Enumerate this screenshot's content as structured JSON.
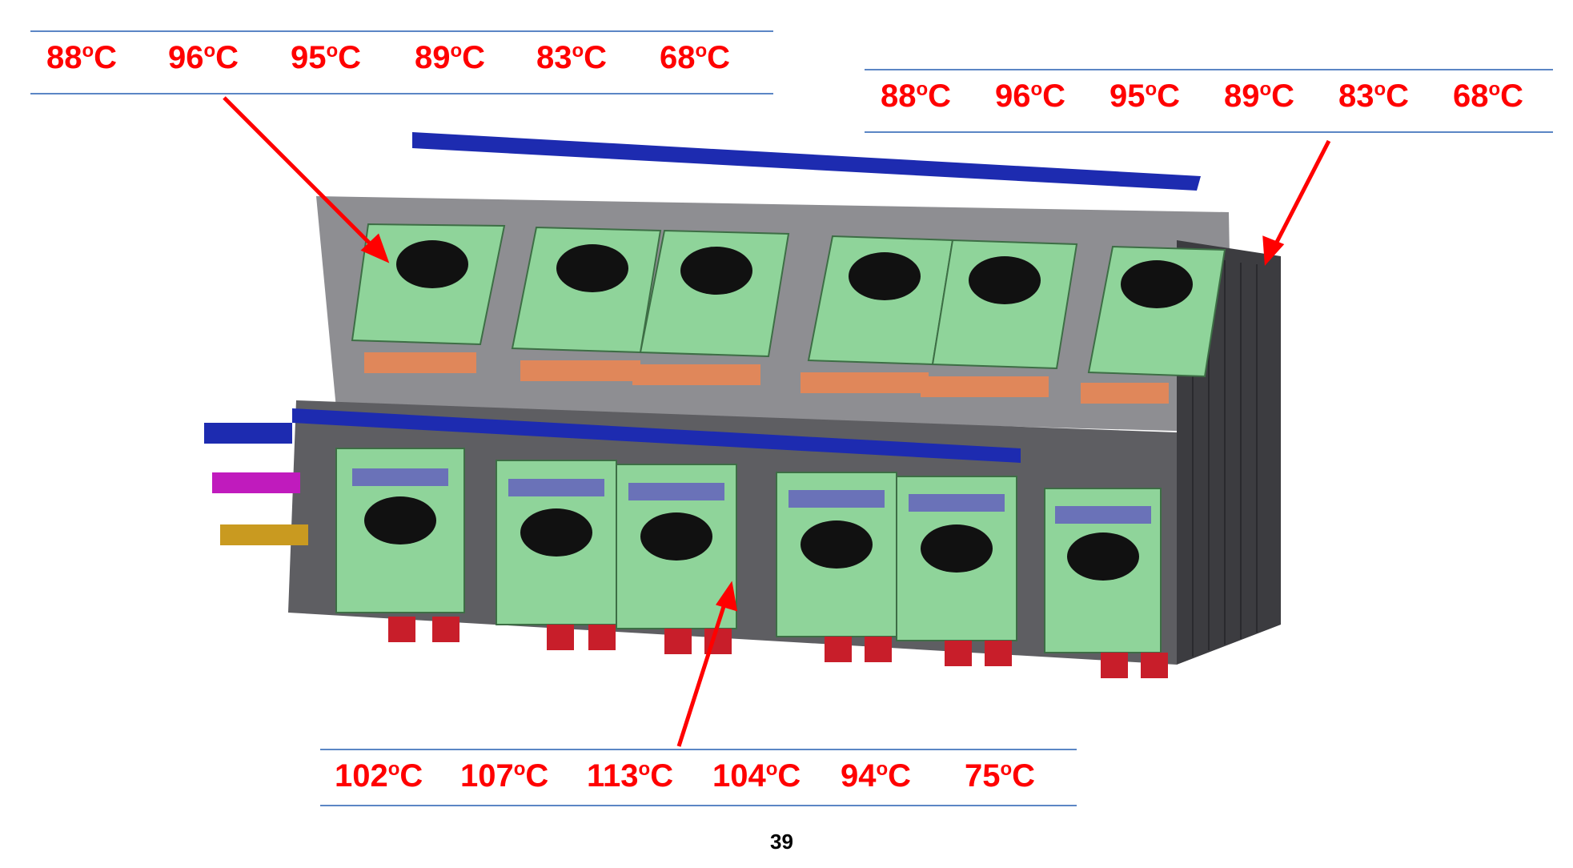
{
  "rows": {
    "top_left": [
      {
        "value": "88",
        "unit": "C"
      },
      {
        "value": "96",
        "unit": "C"
      },
      {
        "value": "95",
        "unit": "C"
      },
      {
        "value": "89",
        "unit": "C"
      },
      {
        "value": "83",
        "unit": "C"
      },
      {
        "value": "68",
        "unit": "C"
      }
    ],
    "top_right": [
      {
        "value": "88",
        "unit": "C"
      },
      {
        "value": "96",
        "unit": "C"
      },
      {
        "value": "95",
        "unit": "C"
      },
      {
        "value": "89",
        "unit": "C"
      },
      {
        "value": "83",
        "unit": "C"
      },
      {
        "value": "68",
        "unit": "C"
      }
    ],
    "bottom": [
      {
        "value": "102",
        "unit": "C"
      },
      {
        "value": "107",
        "unit": "C"
      },
      {
        "value": "113",
        "unit": "C"
      },
      {
        "value": "104",
        "unit": "C"
      },
      {
        "value": "94",
        "unit": "C"
      },
      {
        "value": "75",
        "unit": "C"
      }
    ]
  },
  "degree_symbol": "o",
  "page_number": "39",
  "colors": {
    "temperature_text": "#ff0000",
    "rule_line": "#5b86c5",
    "arrow": "#ff0000",
    "pcb": "#8fd49a",
    "heatsink": "#6f6f73",
    "busbar_blue": "#1d2bb0",
    "busbar_magenta": "#c01bbd",
    "busbar_gold": "#c99a20",
    "copper": "#e0875a",
    "connector": "#6a72b8",
    "capacitor": "#c81e2a"
  }
}
